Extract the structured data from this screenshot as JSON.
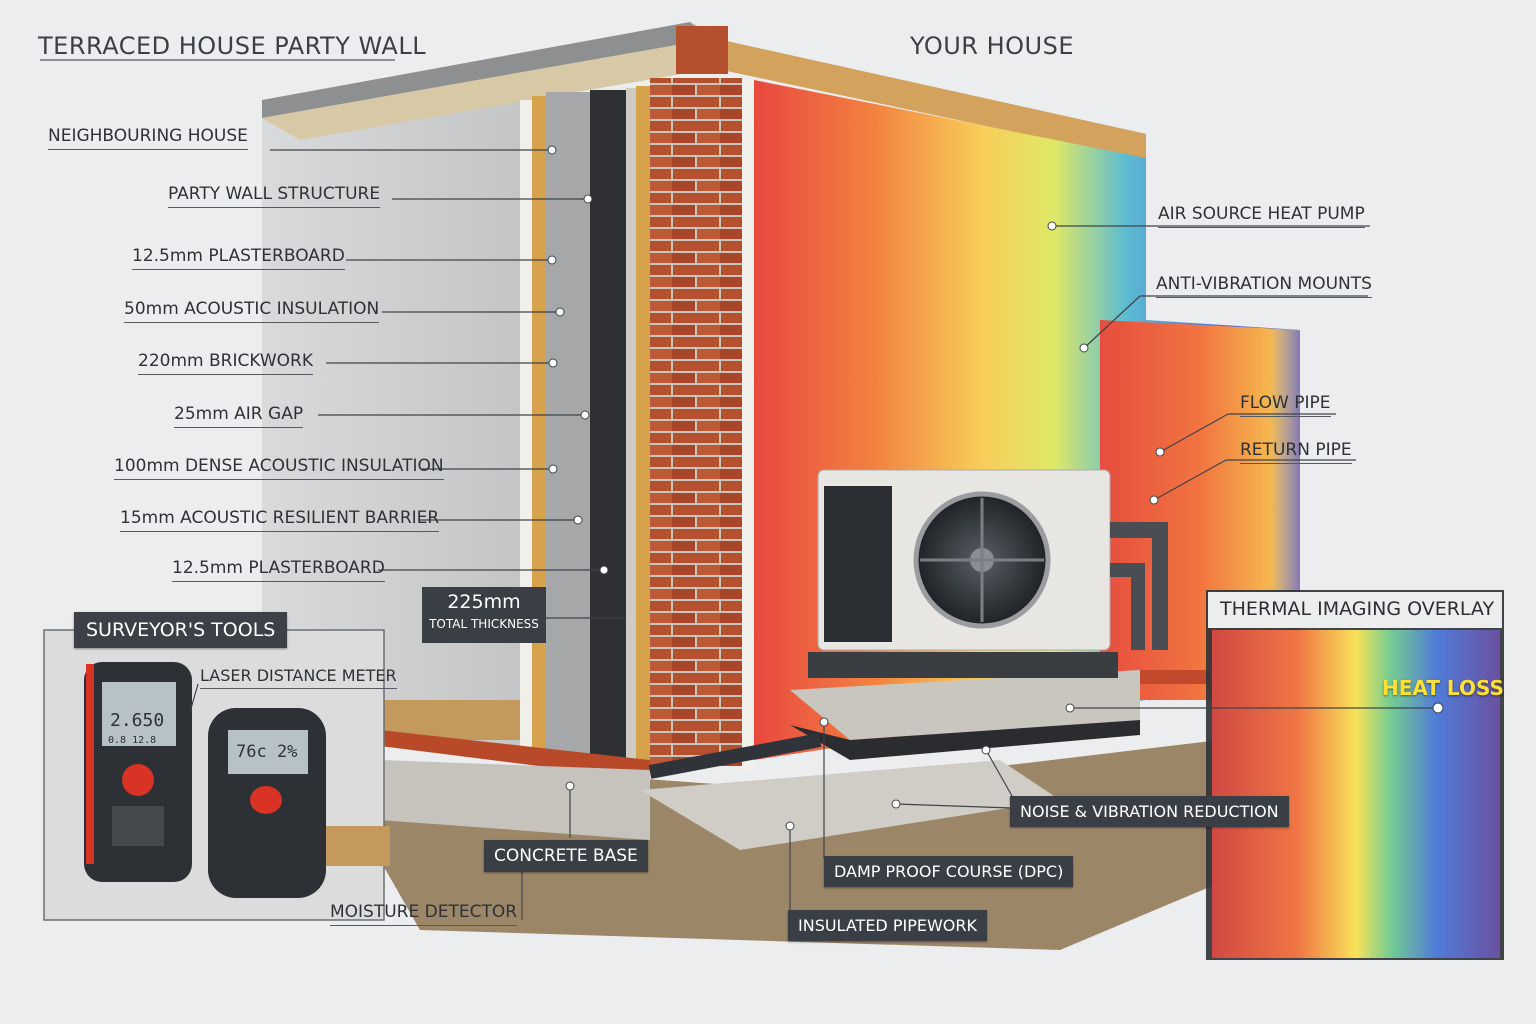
{
  "titles": {
    "left": "TERRACED HOUSE PARTY WALL",
    "right": "YOUR  HOUSE"
  },
  "left_labels": [
    "NEIGHBOURING HOUSE",
    "PARTY WALL STRUCTURE",
    "12.5mm PLASTERBOARD",
    "50mm ACOUSTIC INSULATION",
    "220mm BRICKWORK",
    "25mm AIR GAP",
    "100mm DENSE ACOUSTIC INSULATION",
    "15mm ACOUSTIC RESILIENT BARRIER",
    "12.5mm PLASTERBOARD"
  ],
  "thickness": {
    "value": "225mm",
    "caption": "TOTAL THICKNESS"
  },
  "right_labels": [
    "AIR SOURCE HEAT PUMP",
    "ANTI-VIBRATION MOUNTS",
    "FLOW PIPE",
    "RETURN PIPE"
  ],
  "tools": {
    "heading": "SURVEYOR'S TOOLS",
    "laser": "LASER DISTANCE METER",
    "moisture": "MOISTURE DETECTOR",
    "laser_reading": "2.650",
    "laser_subreading": "0.8 12.8",
    "moisture_reading": "76c 2%"
  },
  "base_labels": {
    "concrete": "CONCRETE BASE",
    "dpc": "DAMP PROOF COURSE (DPC)",
    "pipework": "INSULATED PIPEWORK",
    "noise": "NOISE & VIBRATION REDUCTION"
  },
  "overlay": {
    "title": "THERMAL IMAGING OVERLAY",
    "heat_loss": "HEAT LOSS"
  },
  "colors": {
    "brick": "#b9522f",
    "thermal_red": "#e8321c",
    "thermal_yellow": "#f6e23a",
    "thermal_blue": "#2f5fd8",
    "label_box": "#3a3f45"
  }
}
